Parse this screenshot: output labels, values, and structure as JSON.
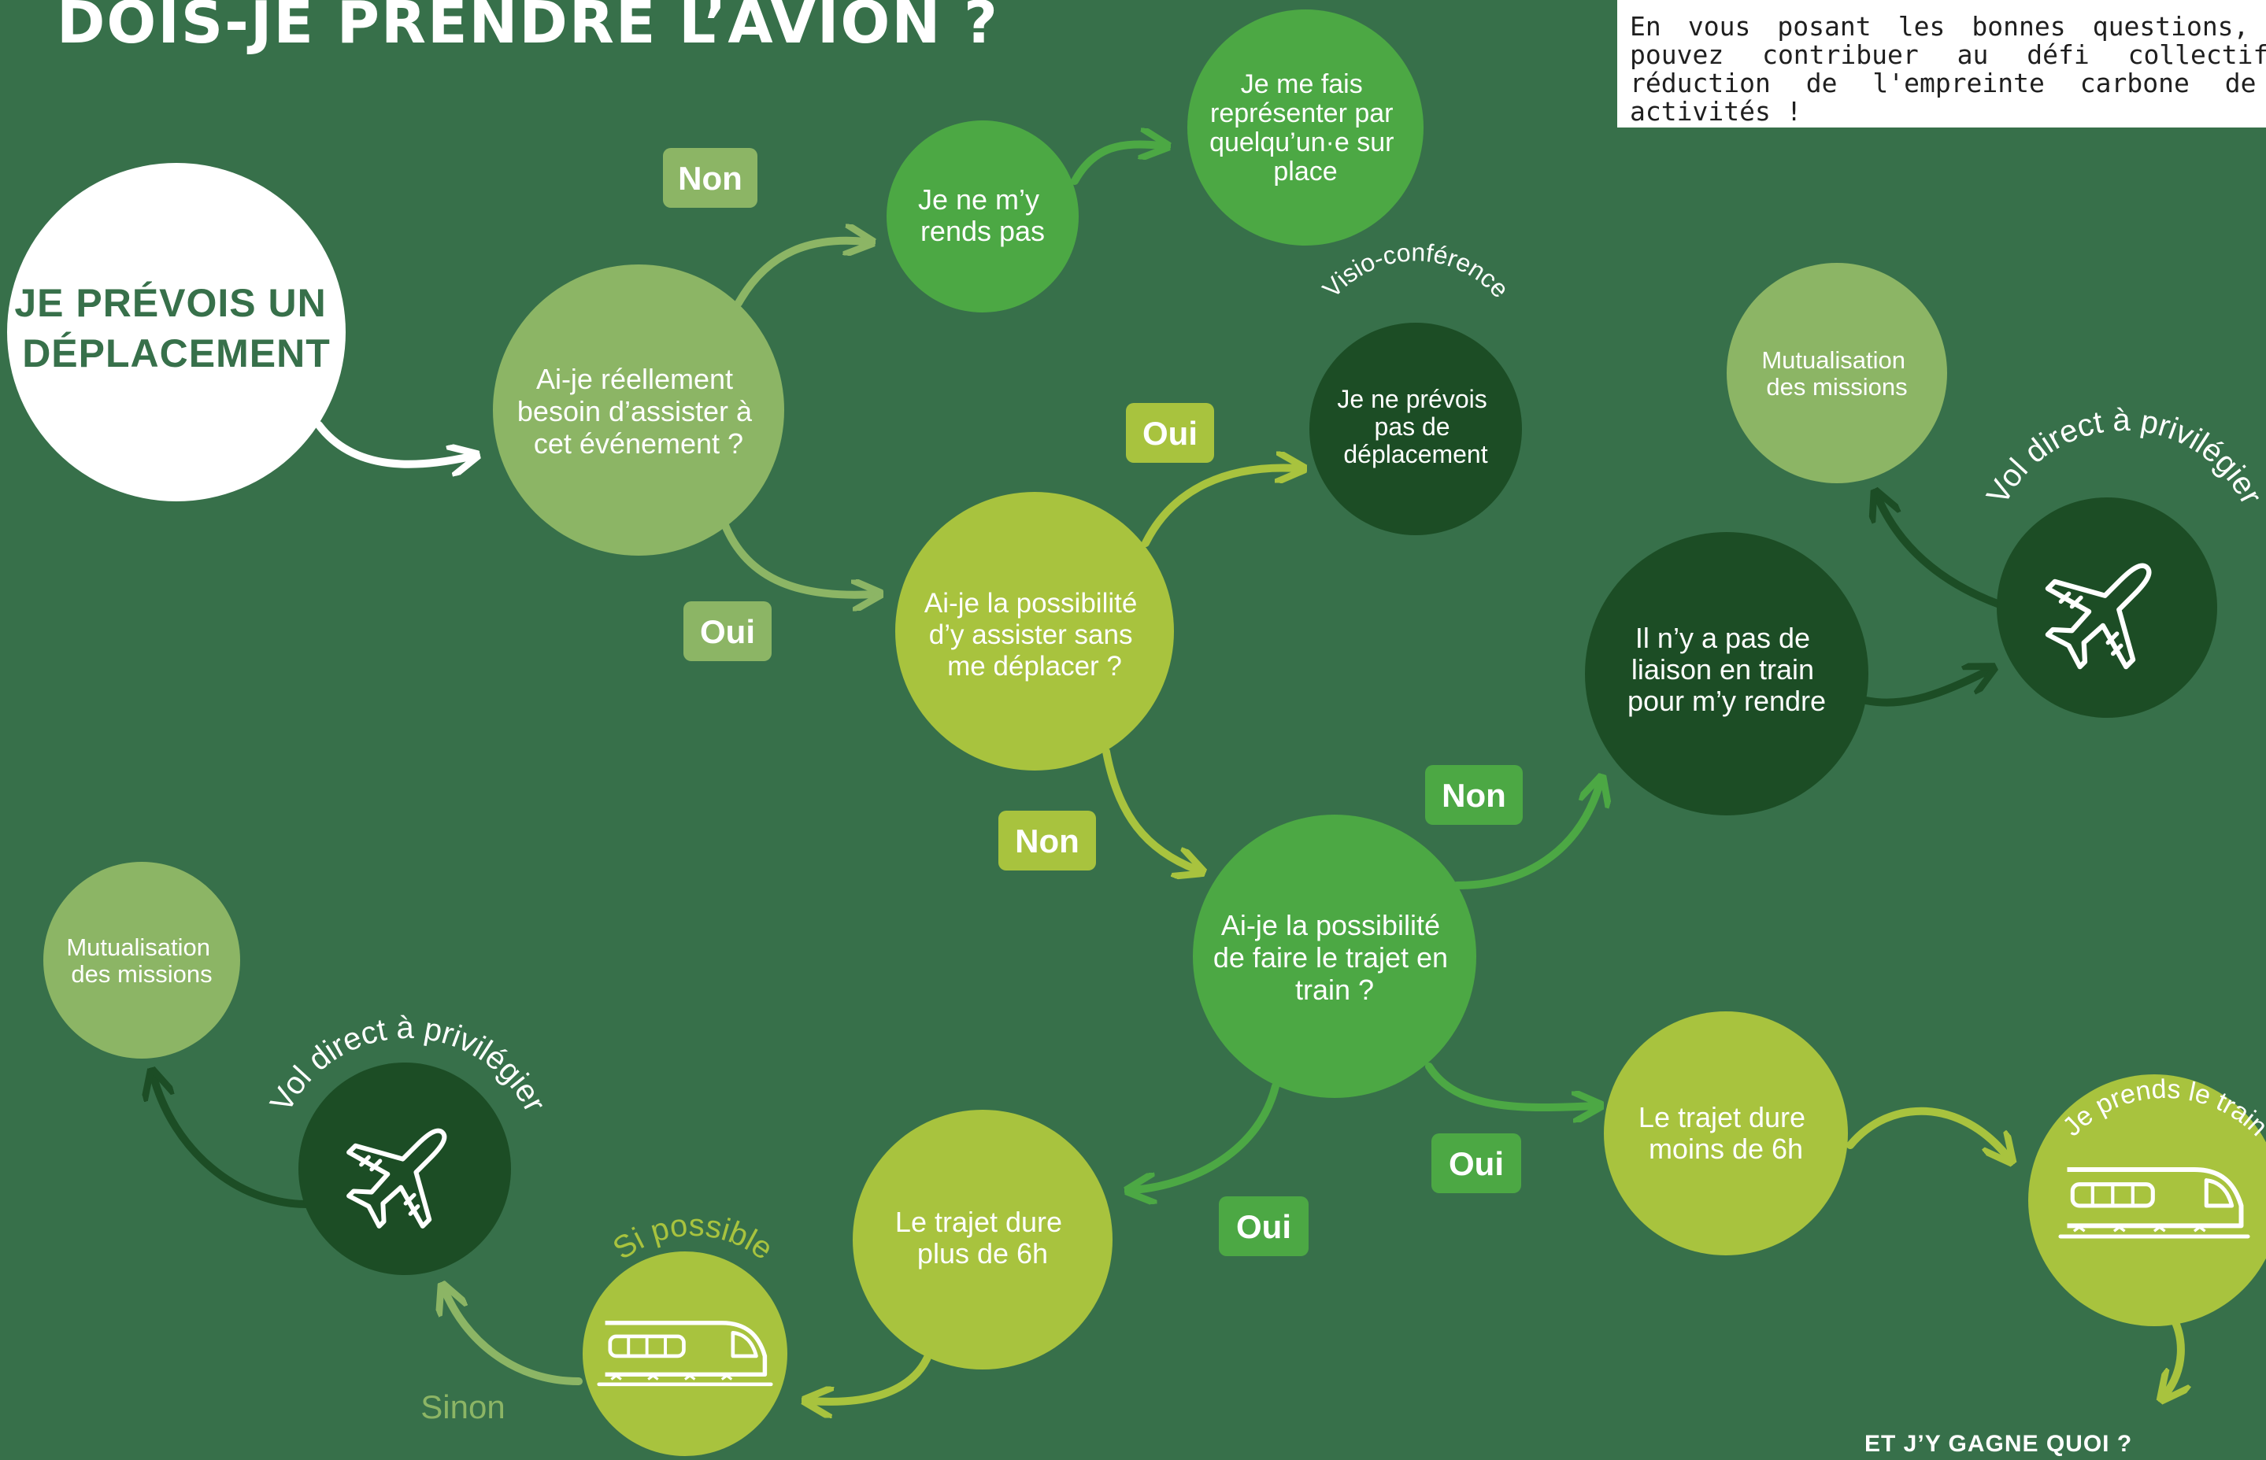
{
  "title": "DOIS-JE PRENDRE L’AVION ?",
  "intro": "En vous posant les bonnes questions, vous pouvez contribuer au défi collectif de réduction de l'empreinte carbone de nos activités !",
  "start": [
    "JE PRÉVOIS UN",
    "DÉPLACEMENT"
  ],
  "nodes": {
    "q1": [
      "Ai-je réellement",
      "besoin d’assister à",
      "cet événement ?"
    ],
    "no_go": [
      "Je ne m’y",
      "rends pas"
    ],
    "represent": [
      "Je me fais",
      "représenter par",
      "quelqu’un·e sur",
      "place"
    ],
    "q2": [
      "Ai-je la possibilité",
      "d’y assister sans",
      "me déplacer ?"
    ],
    "no_travel": [
      "Je ne prévois",
      "pas de",
      "déplacement"
    ],
    "visio": "Visio-conférence",
    "q3": [
      "Ai-je la possibilité",
      "de faire le trajet en",
      "train ?"
    ],
    "no_rail": [
      "Il n’y a pas de",
      "liaison en train",
      "pour m’y rendre"
    ],
    "mutual_right": [
      "Mutualisation",
      "des missions"
    ],
    "flight_right": "Vol direct à privilégier",
    "under6": [
      "Le trajet dure",
      "moins de 6h"
    ],
    "train_right": "Je prends le train",
    "over6": [
      "Le trajet dure",
      "plus de 6h"
    ],
    "train_left": "Si possible",
    "flight_left": "Vol direct à privilégier",
    "mutual_left": [
      "Mutualisation",
      "des missions"
    ]
  },
  "badges": {
    "non_1": "Non",
    "oui_1": "Oui",
    "oui_2": "Oui",
    "non_2": "Non",
    "non_3": "Non",
    "oui_3": "Oui",
    "oui_4": "Oui"
  },
  "sinon": "Sinon",
  "footer": "ET J’Y GAGNE QUOI ?",
  "colors": {
    "background": "#37704a",
    "white": "#ffffff",
    "light_green": "#8cb565",
    "lime": "#a8c33e",
    "mid_green": "#4ca844",
    "dark_green": "#1c4d25",
    "badge_green": "#8cb565",
    "badge_text": "#ffffff",
    "badge_lime": "#a8c33e",
    "badge_mid": "#4ca844"
  },
  "icons": [
    "plane-icon",
    "train-icon",
    "arrow-icon"
  ]
}
